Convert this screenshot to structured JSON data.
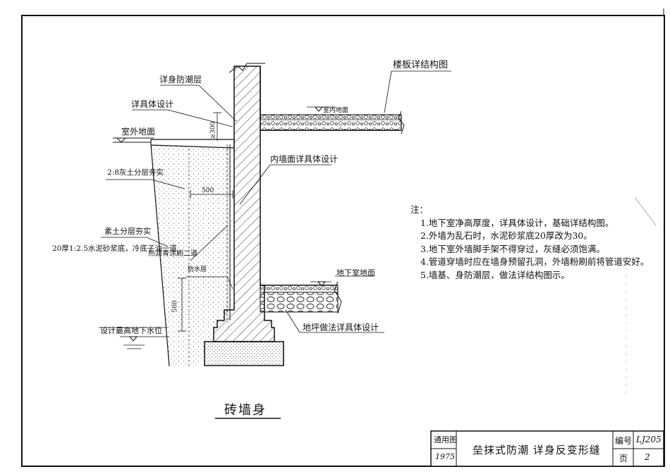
{
  "labels": {
    "floor_slab_detail": "楼板详结构图",
    "wall_body_waterproof": "详身防潮层",
    "specific_design": "详具体设计",
    "indoor_ground": "室内地面",
    "outdoor_ground": "室外地面",
    "min_300": "≥300",
    "clay_backfill": "2:8灰土分层夯实",
    "inner_wall_surface": "内墙面详具体设计",
    "dim_500_a": "500",
    "dim_500_b": "500",
    "plain_clay": "素土分层夯实",
    "mortar_plaster": "20厚1:2.5水泥砂浆底，冷底子油一道",
    "asphalt_twice": "热沥青涂刷二道",
    "waterproof_layer": "防水层",
    "basement_ground": "地下室地面",
    "floor_method": "地坪做法详具体设计",
    "design_water_level": "设计最高地下水位"
  },
  "notes": {
    "heading": "注：",
    "items": [
      "1.地下室净高厚度，详具体设计，基础详结构图。",
      "2.外墙为乱石时，水泥砂浆底20厚改为30。",
      "3.地下室外墙脚手架不得穿过，灰缝必须饱满。",
      "4.管道穿墙时应在墙身预留孔洞，外墙粉刷前将管道安好。",
      "5.墙基、身防潮层，做法详结构图示。"
    ]
  },
  "drawing_title": "砖墙身",
  "title_block": {
    "standard_label": "通用图",
    "year": "1975",
    "main_title": "垒抹式防潮 详身反变形缝",
    "sheet_label": "编号",
    "sheet_code": "LJ205",
    "page_label": "页",
    "page_number": "2"
  }
}
